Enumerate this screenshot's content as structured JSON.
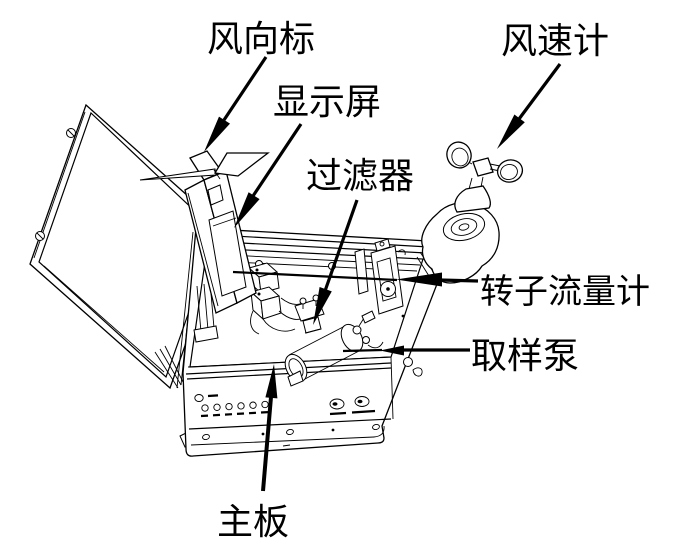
{
  "diagram": {
    "type": "technical-line-drawing",
    "subject": "environmental sampling instrument enclosure with weather sensors",
    "colors": {
      "background": "#ffffff",
      "line": "#000000"
    },
    "callouts": [
      {
        "id": "wind-vane",
        "text": "风向标"
      },
      {
        "id": "anemometer",
        "text": "风速计"
      },
      {
        "id": "display-screen",
        "text": "显示屏"
      },
      {
        "id": "filter",
        "text": "过滤器"
      },
      {
        "id": "rotor-flowmeter",
        "text": "转子流量计"
      },
      {
        "id": "sampling-pump",
        "text": "取样泵"
      },
      {
        "id": "main-board",
        "text": "主板"
      }
    ]
  }
}
